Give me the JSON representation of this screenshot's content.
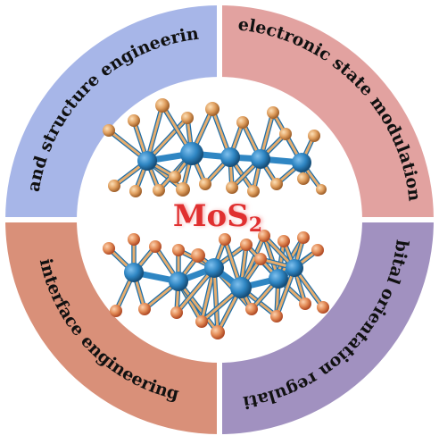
{
  "center": {
    "label_main": "MoS",
    "label_sub": "2"
  },
  "ring": {
    "quadrants": [
      {
        "key": "top-left",
        "label": "band structure engineering",
        "color": "#a7b6e8"
      },
      {
        "key": "top-right",
        "label": "electronic state modulation",
        "color": "#e2a2a0"
      },
      {
        "key": "bottom-right",
        "label": "orbital orientation regulation",
        "color": "#a191c0"
      },
      {
        "key": "bottom-left",
        "label": "interface engineering",
        "color": "#d99079"
      }
    ]
  },
  "colors": {
    "molybdenum": "#2f86c3",
    "sulfur": "#e0a060",
    "title_red": "#e03030"
  }
}
